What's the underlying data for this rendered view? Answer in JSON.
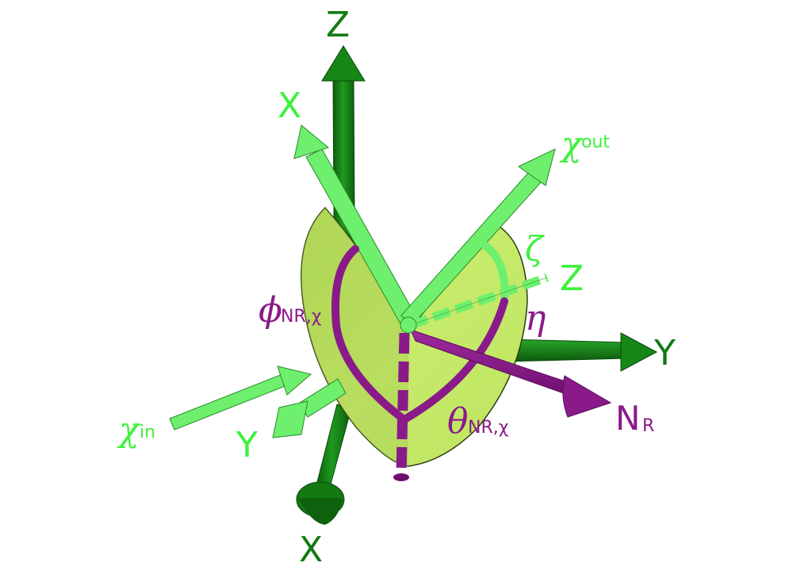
{
  "labels": {
    "global_z": "Z",
    "global_y": "Y",
    "global_x": "X",
    "local_x": "X",
    "local_y": "Y",
    "local_z": "Z",
    "chi_out_symbol": "χ",
    "chi_out_sub": "out",
    "chi_in_symbol": "χ",
    "chi_in_sub": "in",
    "zeta": "ζ",
    "eta": "η",
    "phi_symbol": "ϕ",
    "phi_sub": "NR,χ",
    "theta_symbol": "θ",
    "theta_sub": "NR,χ",
    "nr_main": "N",
    "nr_sub": "R"
  },
  "colors": {
    "dark_green": "#137a13",
    "light_green": "#6ef06e",
    "label_light_green": "#3cf23c",
    "purple": "#8a1a8a",
    "leaf_fill": "#c3e866",
    "leaf_shade": "#a9cf52"
  }
}
